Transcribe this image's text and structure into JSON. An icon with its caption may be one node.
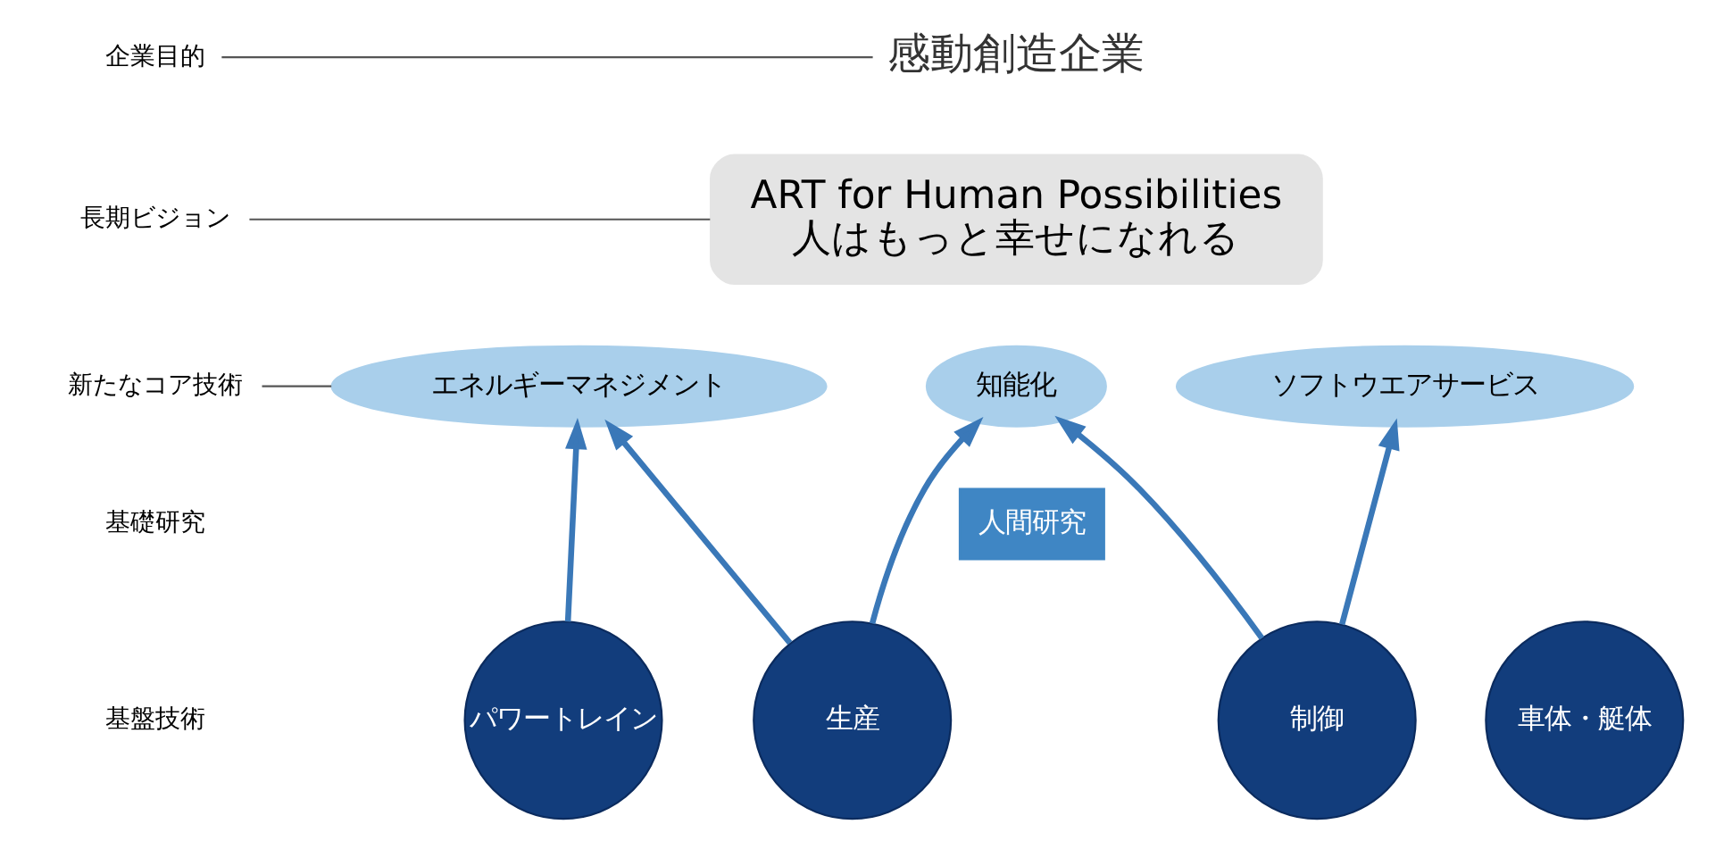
{
  "diagram": {
    "nodes": [
      {
        "text": [
          "企業目的"
        ]
      },
      {
        "text": [
          "長期ビジョン"
        ]
      },
      {
        "text": [
          "新たなコア技術"
        ]
      },
      {
        "text": [
          "基礎研究"
        ]
      },
      {
        "text": [
          "基盤技術"
        ]
      },
      {
        "text": [
          "感動創造企業"
        ]
      },
      {
        "text": [
          "ART for Human Possibilities",
          "人はもっと幸せになれる"
        ]
      },
      {
        "text": [
          "エネルギーマネジメント"
        ]
      },
      {
        "text": [
          "知能化"
        ]
      },
      {
        "text": [
          "ソフトウエアサービス"
        ]
      },
      {
        "text": [
          "人間研究"
        ]
      },
      {
        "text": [
          "パワートレイン"
        ]
      },
      {
        "text": [
          "生産"
        ]
      },
      {
        "text": [
          "制御"
        ]
      },
      {
        "text": [
          "車体・艇体"
        ]
      }
    ],
    "edges": [
      {
        "from": 0,
        "to": 5,
        "arrow": "none",
        "color": "#555555"
      },
      {
        "from": 1,
        "to": 6,
        "arrow": "none",
        "color": "#555555"
      },
      {
        "from": 2,
        "to": 7,
        "arrow": "none",
        "color": "#555555"
      },
      {
        "from": 11,
        "to": 7,
        "arrow": "to"
      },
      {
        "from": 12,
        "to": 7,
        "arrow": "to"
      },
      {
        "from": 12,
        "to": 8,
        "arrow": "to"
      },
      {
        "from": 13,
        "to": 8,
        "arrow": "to"
      },
      {
        "from": 13,
        "to": 9,
        "arrow": "to"
      }
    ]
  }
}
